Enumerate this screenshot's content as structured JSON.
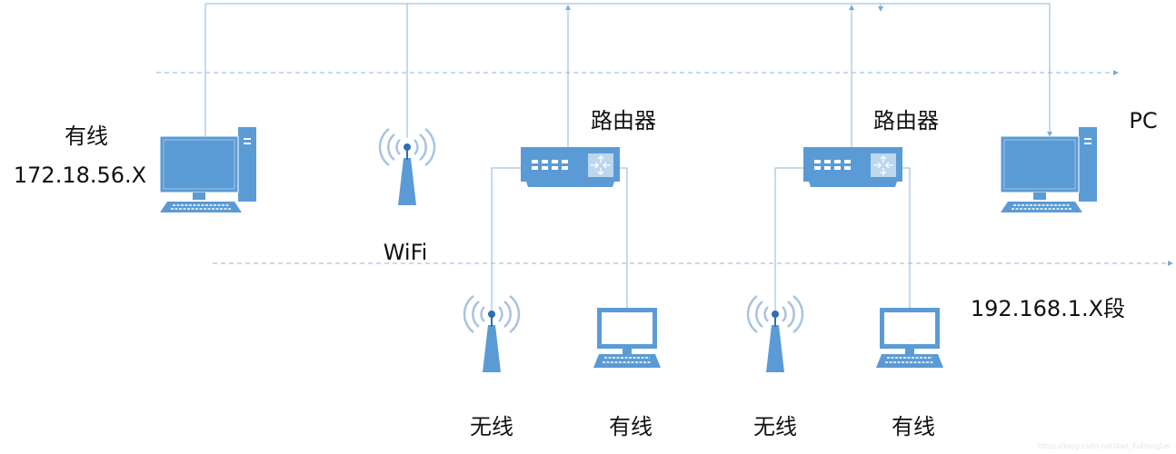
{
  "labels": {
    "left_wired": "有线",
    "left_ip": "172.18.56.X",
    "router1": "路由器",
    "router2": "路由器",
    "pc": "PC",
    "wifi": "WiFi",
    "subnet": "192.168.1.X段",
    "bottom": [
      "无线",
      "有线",
      "无线",
      "有线"
    ]
  },
  "watermark": "https://blog.csdn.net/Awt_FuDongLei",
  "colors": {
    "icon": "#5b9bd5",
    "line": "#9dc3e6",
    "text": "#111111"
  }
}
